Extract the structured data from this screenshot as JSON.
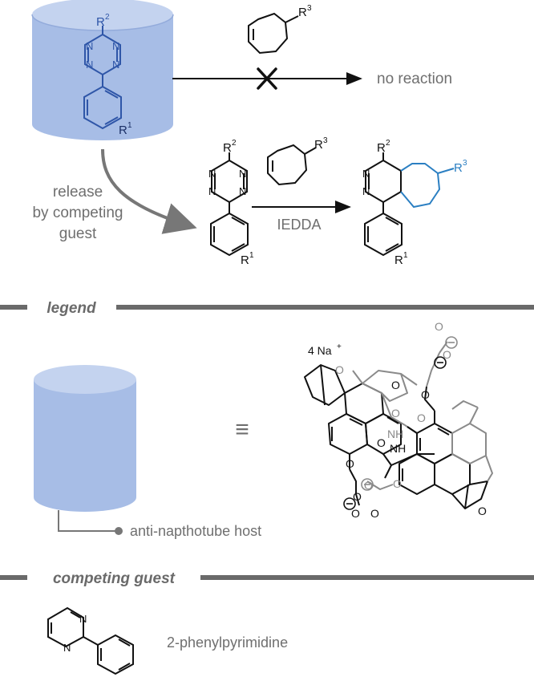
{
  "top": {
    "no_reaction": "no reaction",
    "release_lines": [
      "release",
      "by competing",
      "guest"
    ],
    "iedda": "IEDDA"
  },
  "atoms": {
    "r1": "R",
    "r1_sup": "1",
    "r2": "R",
    "r2_sup": "2",
    "r3": "R",
    "r3_sup": "3",
    "n": "N",
    "o": "O",
    "nh": "NH",
    "h": "H"
  },
  "legend": {
    "heading": "legend",
    "equiv": "≡",
    "counterion": "4 Na",
    "counterion_sup": "+",
    "host_label": "anti-napthotube host"
  },
  "competing": {
    "heading": "competing guest",
    "label": "2-phenylpyrimidine"
  },
  "colors": {
    "host": "#a7bde6",
    "host_dark": "#8fa8da",
    "product_ring": "#2b7fc2",
    "text_gray": "#6f6f6f",
    "rule_gray": "#6a6a6a",
    "tetrazine_blue": "#2f56a8"
  }
}
